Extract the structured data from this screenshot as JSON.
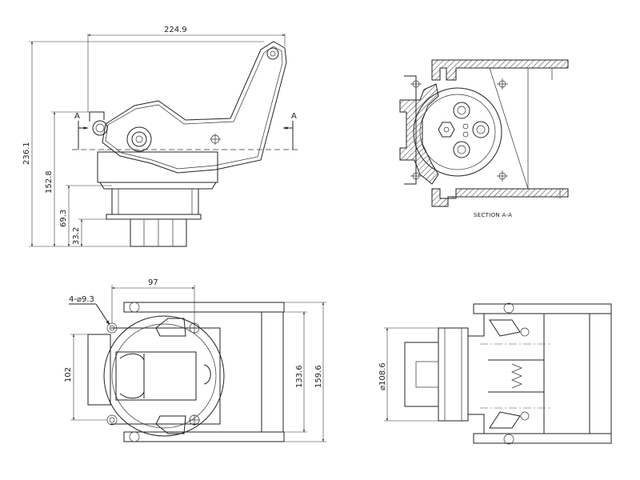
{
  "dimensions": {
    "top_width": "224.9",
    "height_total": "236.1",
    "height_pivot": "152.8",
    "height_body": "69.3",
    "height_connector": "33.2",
    "holes": "4-⌀9.3",
    "hole_spacing_x": "97",
    "hole_spacing_y": "102",
    "inner_height": "133.6",
    "outer_height": "159.6",
    "diameter": "⌀108.6"
  },
  "labels": {
    "section_mark_left": "A",
    "section_mark_right": "A",
    "section_title": "SECTION A-A"
  },
  "colors": {
    "line": "#222222",
    "background": "#ffffff"
  }
}
